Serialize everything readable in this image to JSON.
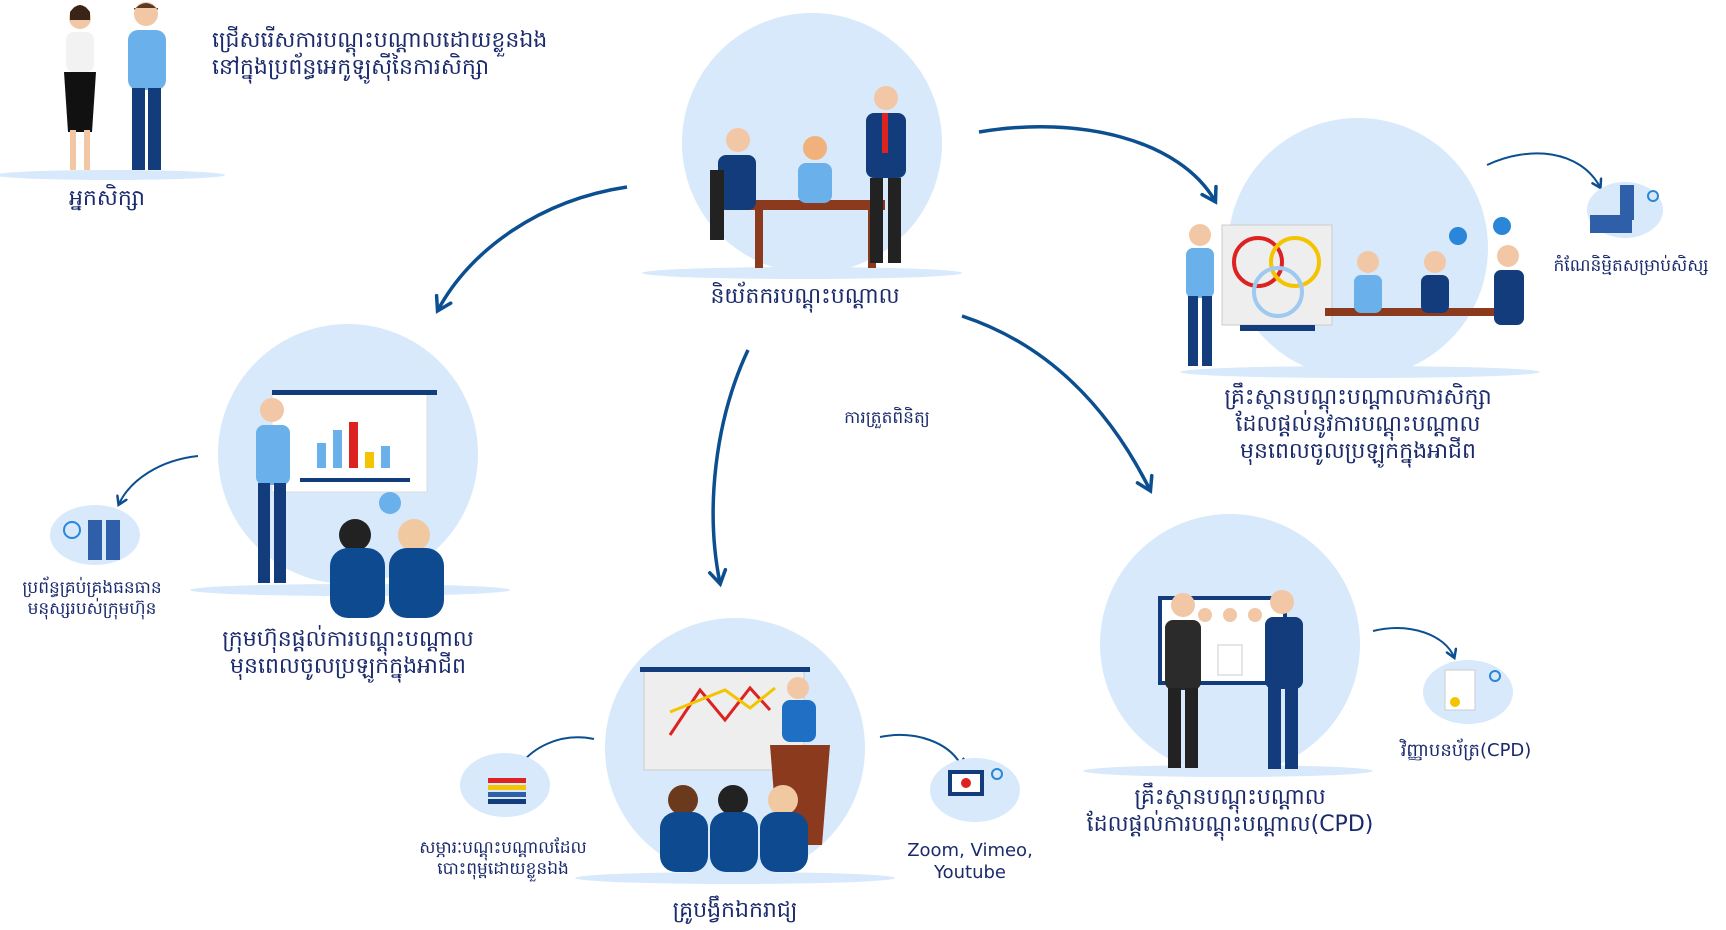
{
  "colors": {
    "text": "#1b2a6b",
    "arrow": "#0b4f91",
    "circle": "#d7e9fb",
    "navy": "#123c7c",
    "accent": "#5ea8e6"
  },
  "learner": {
    "label": "អ្នកសិក្សា",
    "description": [
      "ជ្រើសរើសការបណ្តុះបណ្តាលដោយខ្លួនឯង",
      "នៅក្នុងប្រព័ន្ធអេកូឡូស៊ីនៃការសិក្សា"
    ]
  },
  "regulator": {
    "label": "និយ័តករបណ្តុះបណ្តាល"
  },
  "monitoring": {
    "label": "ការត្រួតពិនិត្យ"
  },
  "academic_institution": {
    "label": [
      "គ្រឹះស្ថានបណ្តុះបណ្តាលការសិក្សា",
      "ដែលផ្តល់នូវការបណ្តុះបណ្តាល",
      "មុនពេលចូលប្រឡូកក្នុងអាជីព"
    ]
  },
  "virtual_classroom": {
    "label": "កំណែនិម្មិតសម្រាប់សិស្ស"
  },
  "company": {
    "label": [
      "ក្រុមហ៊ុនផ្តល់ការបណ្តុះបណ្តាល",
      "មុនពេលចូលប្រឡូកក្នុងអាជីព"
    ]
  },
  "hr_system": {
    "label": [
      "ប្រព័ន្ធគ្រប់គ្រងធនធាន",
      "មនុស្សរបស់ក្រុមហ៊ុន"
    ]
  },
  "independent_trainer": {
    "label": "គ្រូបង្វឹកឯករាជ្យ"
  },
  "self_published": {
    "label": [
      "សម្ភារៈបណ្តុះបណ្តាលដែល",
      "បោះពុម្ពដោយខ្លួនឯង"
    ]
  },
  "video_platforms": {
    "label": [
      "Zoom, Vimeo,",
      "Youtube"
    ]
  },
  "cpd_institution": {
    "label": [
      "គ្រឹះស្ថានបណ្តុះបណ្តាល",
      "ដែលផ្តល់ការបណ្តុះបណ្តាល(CPD)"
    ]
  },
  "cpd_certificate": {
    "label": "វិញ្ញាបនប័ត្រ(CPD)"
  }
}
